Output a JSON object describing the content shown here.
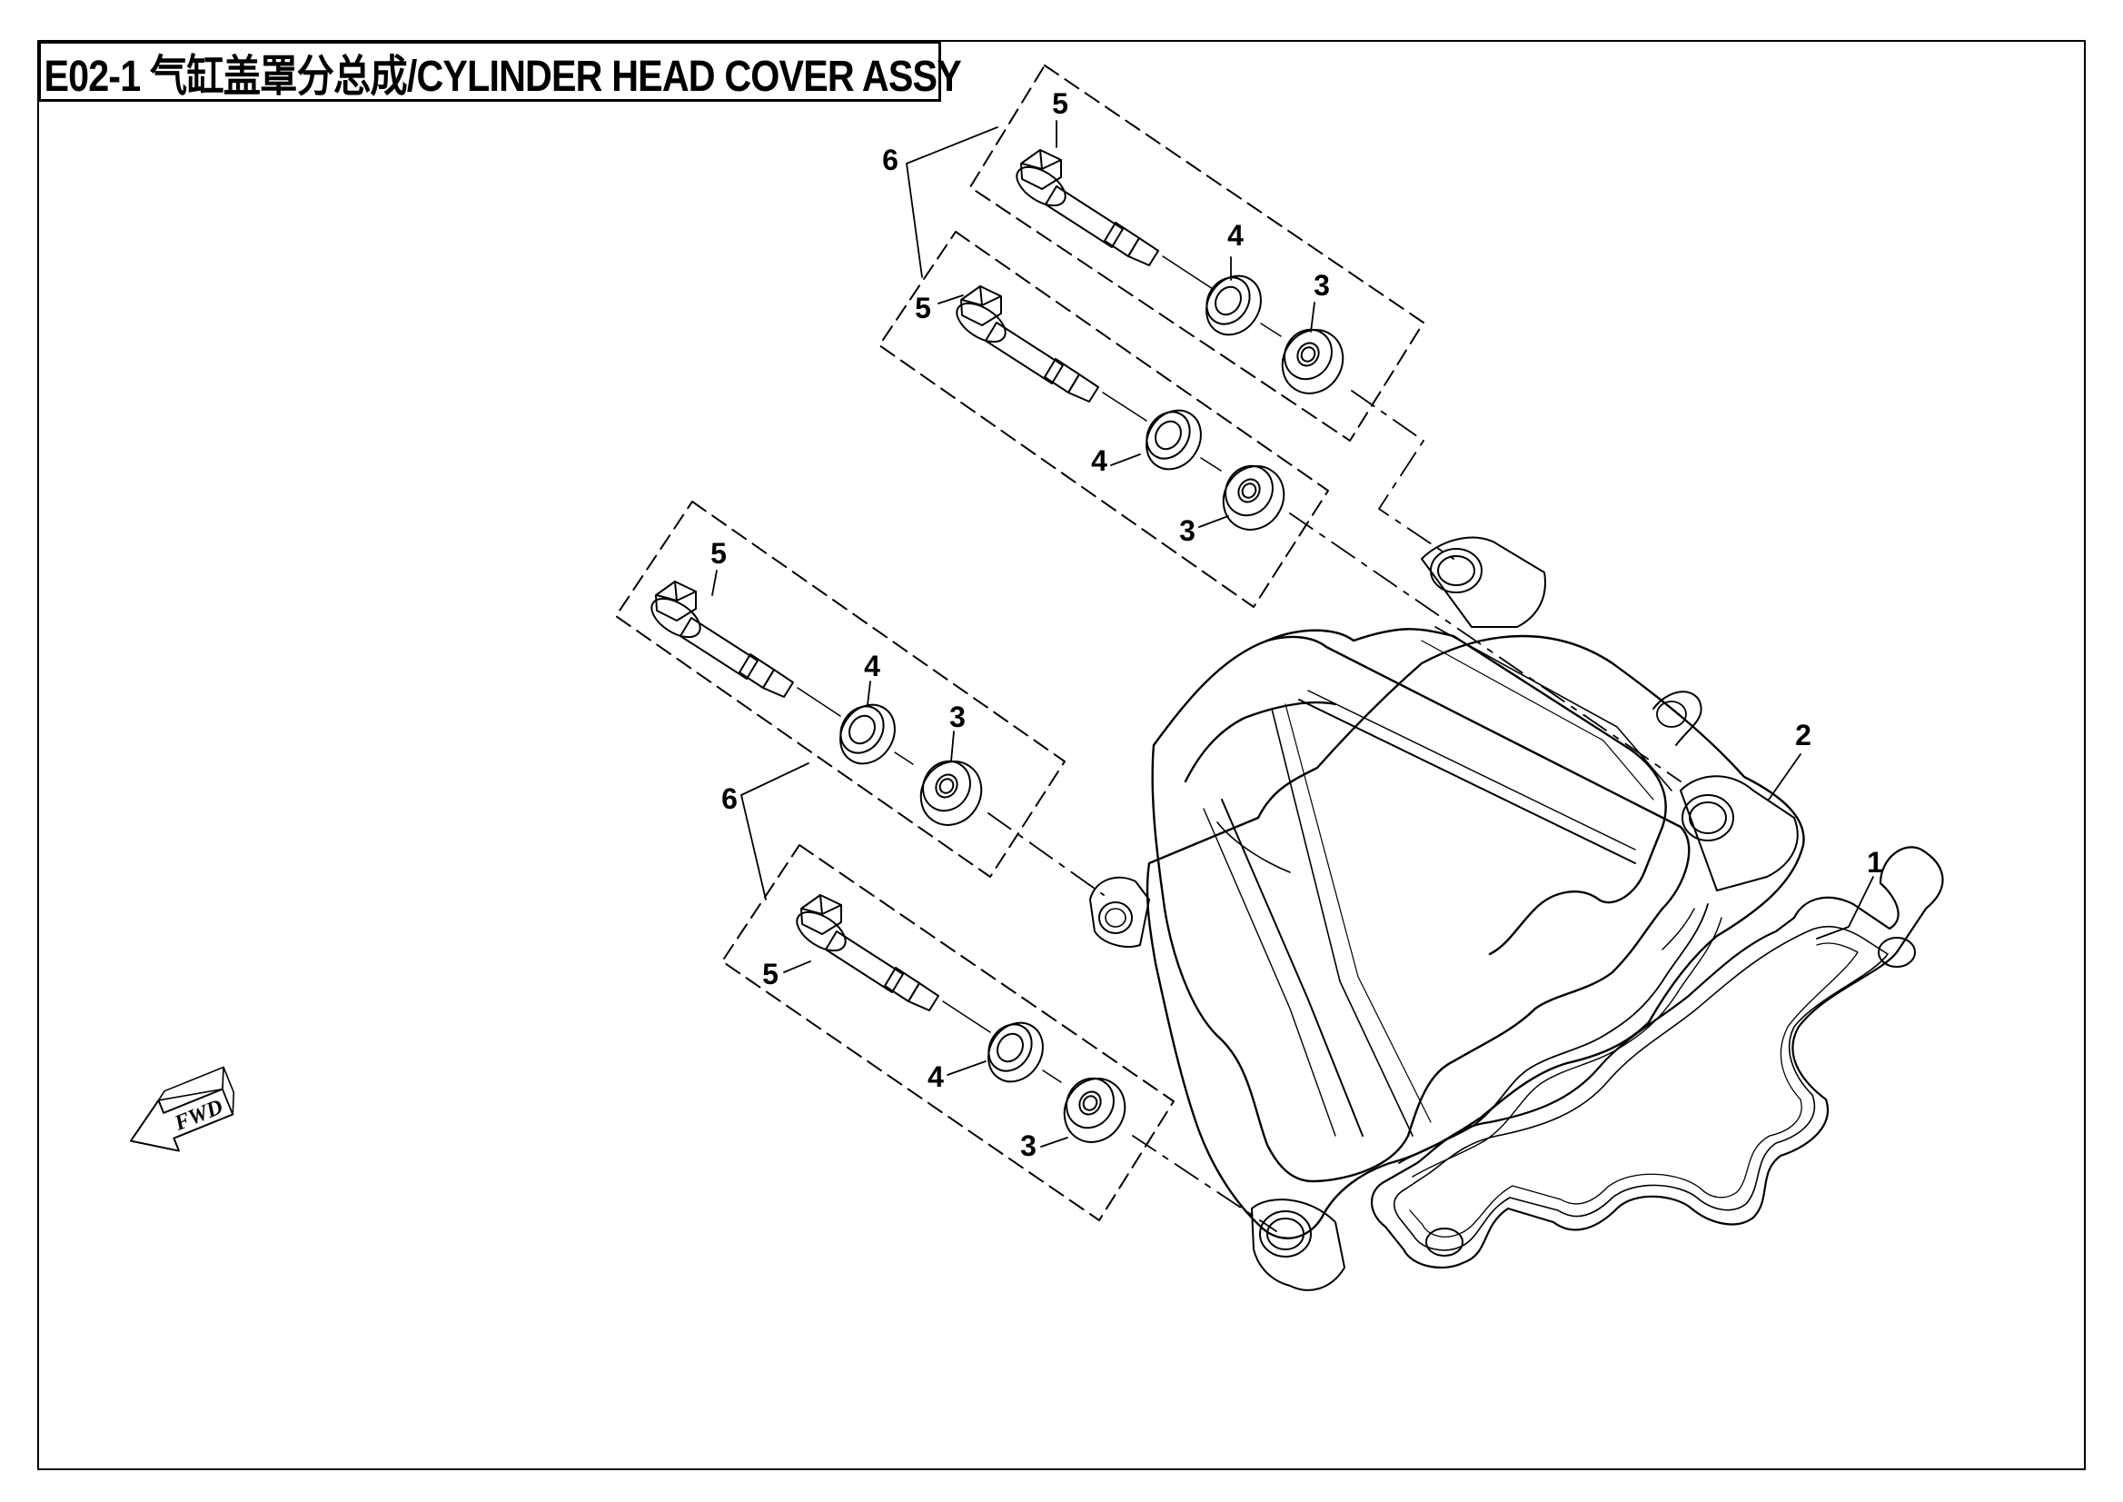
{
  "title": {
    "code": "E02-1",
    "name_cn": "气缸盖罩分总成",
    "separator": "/",
    "name_en": "CYLINDER HEAD COVER ASSY"
  },
  "callouts": {
    "c1": "1",
    "c2": "2",
    "c3": "3",
    "c4": "4",
    "c5": "5",
    "c6": "6"
  },
  "direction_arrow": {
    "label": "FWD",
    "icon": "forward-arrow-icon"
  },
  "colors": {
    "line": "#000000",
    "background": "#ffffff"
  }
}
